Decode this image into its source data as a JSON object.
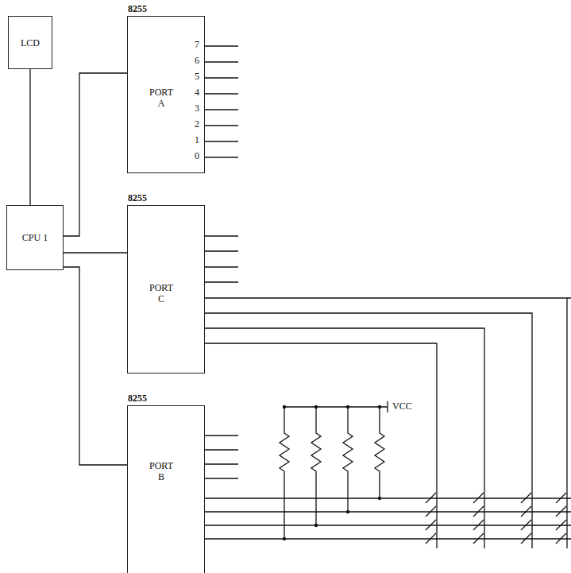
{
  "diagram": {
    "nodes": [
      {
        "text": [
          "LCD"
        ]
      },
      {
        "text": [
          "CPU 1"
        ]
      },
      {
        "text": [
          "8255",
          "PORT A"
        ]
      },
      {
        "text": [
          "8255",
          "PORT C"
        ]
      },
      {
        "text": [
          "8255",
          "PORT B"
        ]
      }
    ],
    "edges": [
      {
        "from": 0,
        "to": 1,
        "arrow": "none"
      },
      {
        "from": 1,
        "to": 2,
        "arrow": "none"
      },
      {
        "from": 1,
        "to": 3,
        "arrow": "none"
      },
      {
        "from": 1,
        "to": 4,
        "arrow": "none"
      }
    ],
    "labels": [
      "7",
      "6",
      "5",
      "4",
      "3",
      "2",
      "1",
      "0",
      "VCC"
    ]
  }
}
